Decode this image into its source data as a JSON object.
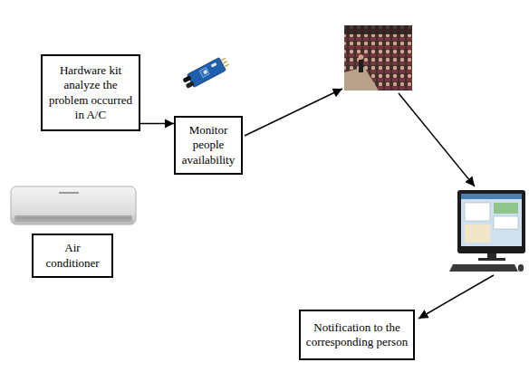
{
  "diagram": {
    "nodes": [
      {
        "text": [
          "Hardware kit analyze the problem occurred in A/C"
        ]
      },
      {
        "text": [
          "Monitor people availability"
        ]
      },
      {
        "text": [
          "Air conditioner"
        ]
      },
      {
        "text": [
          "Notification to the corresponding person"
        ]
      }
    ],
    "edges": [
      {
        "from": 0,
        "to": 1,
        "arrow": "to"
      }
    ]
  }
}
